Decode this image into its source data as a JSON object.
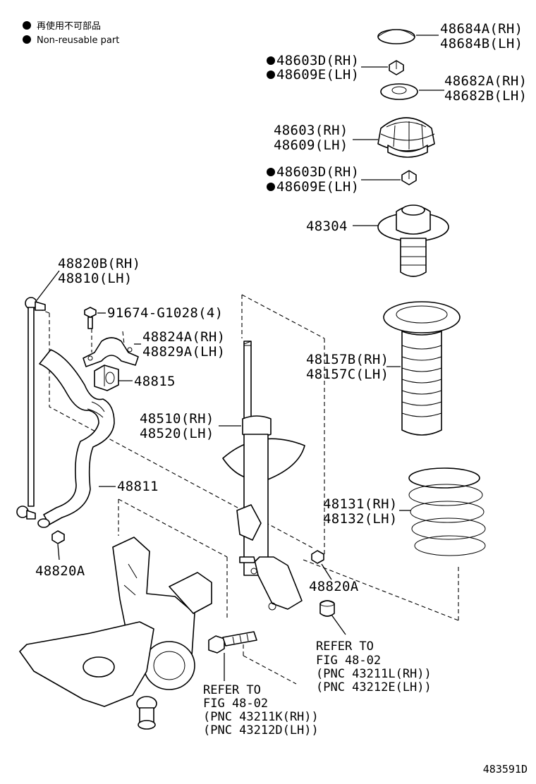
{
  "legend": {
    "items": [
      {
        "icon": "filled-circle-icon",
        "label": "再使用不可部品"
      },
      {
        "icon": "filled-circle-icon",
        "label": "Non-reusable part"
      }
    ]
  },
  "labels": {
    "p48684": [
      "48684A(RH)",
      "48684B(LH)"
    ],
    "p48603d_top": [
      "48603D(RH)",
      "48609E(LH)"
    ],
    "p48682": [
      "48682A(RH)",
      "48682B(LH)"
    ],
    "p48603": [
      "48603(RH)",
      "48609(LH)"
    ],
    "p48603d_low": [
      "48603D(RH)",
      "48609E(LH)"
    ],
    "p48304": [
      "48304"
    ],
    "p48820b": [
      "48820B(RH)",
      "48810(LH)"
    ],
    "p91674": [
      "91674-G1028(4)"
    ],
    "p48824": [
      "48824A(RH)",
      "48829A(LH)"
    ],
    "p48157": [
      "48157B(RH)",
      "48157C(LH)"
    ],
    "p48815": [
      "48815"
    ],
    "p48510": [
      "48510(RH)",
      "48520(LH)"
    ],
    "p48811": [
      "48811"
    ],
    "p48131": [
      "48131(RH)",
      "48132(LH)"
    ],
    "p48820a_left": [
      "48820A"
    ],
    "p48820a_right": [
      "48820A"
    ],
    "refer_right": [
      "REFER TO",
      "FIG 48-02",
      "(PNC 43211L(RH))",
      "(PNC 43212E(LH))"
    ],
    "refer_left": [
      "REFER TO",
      "FIG 48-02",
      "(PNC 43211K(RH))",
      "(PNC 43212D(LH))"
    ]
  },
  "non_reusable_marks": [
    "p48603d_top",
    "p48603d_low"
  ],
  "figure_code": "483591D"
}
